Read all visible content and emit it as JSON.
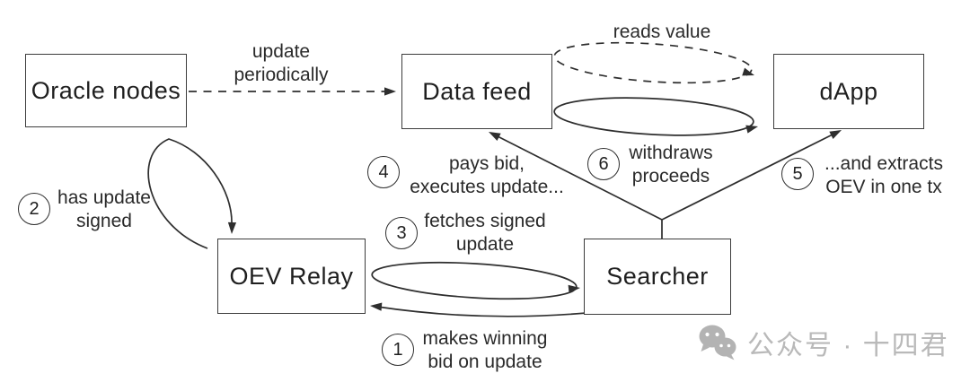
{
  "diagram": {
    "nodes": {
      "oracle_nodes": "Oracle nodes",
      "data_feed": "Data feed",
      "dapp": "dApp",
      "oev_relay": "OEV Relay",
      "searcher": "Searcher"
    },
    "edge_labels": {
      "update_periodically": {
        "line1": "update",
        "line2": "periodically"
      },
      "reads_value": "reads value"
    },
    "steps": {
      "s1": {
        "num": "1",
        "line1": "makes winning",
        "line2": "bid on update"
      },
      "s2": {
        "num": "2",
        "line1": "has update",
        "line2": "signed"
      },
      "s3": {
        "num": "3",
        "line1": "fetches signed",
        "line2": "update"
      },
      "s4": {
        "num": "4",
        "line1": "pays bid,",
        "line2": "executes update..."
      },
      "s5": {
        "num": "5",
        "line1": "...and extracts",
        "line2": "OEV in one tx"
      },
      "s6": {
        "num": "6",
        "line1": "withdraws",
        "line2": "proceeds"
      }
    }
  },
  "watermark": {
    "text": "公众号 · 十四君"
  },
  "colors": {
    "ink": "#2e2e2e",
    "box_border": "#3c3c3c",
    "watermark": "#b9b9b9",
    "background": "#ffffff"
  }
}
